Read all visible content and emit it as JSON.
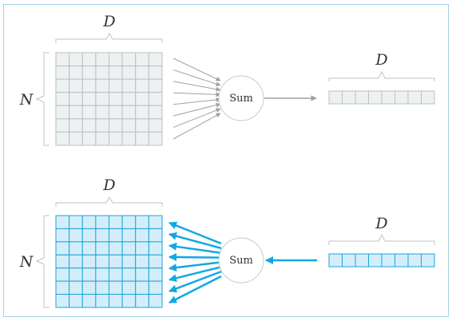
{
  "colors": {
    "frame_border": "#9fd0e8",
    "forward_fill": "#eef1f1",
    "forward_stroke": "#b9bfbf",
    "forward_arrow": "#a0a0a0",
    "backward_fill": "#d3eefa",
    "backward_stroke": "#1aa4d9",
    "backward_arrow": "#12a8e0",
    "bracket": "#c2c2c2",
    "circle_stroke": "#c8c8c8"
  },
  "forward": {
    "matrix_width_label": "D",
    "matrix_height_label": "N",
    "sum_label": "Sum",
    "output_width_label": "D",
    "matrix_cols": 8,
    "matrix_rows": 7,
    "vector_cells": 8,
    "fan_arrows": 8
  },
  "backward": {
    "matrix_width_label": "D",
    "matrix_height_label": "N",
    "sum_label": "Sum",
    "input_width_label": "D",
    "matrix_cols": 8,
    "matrix_rows": 7,
    "vector_cells": 8,
    "fan_arrows": 8
  }
}
